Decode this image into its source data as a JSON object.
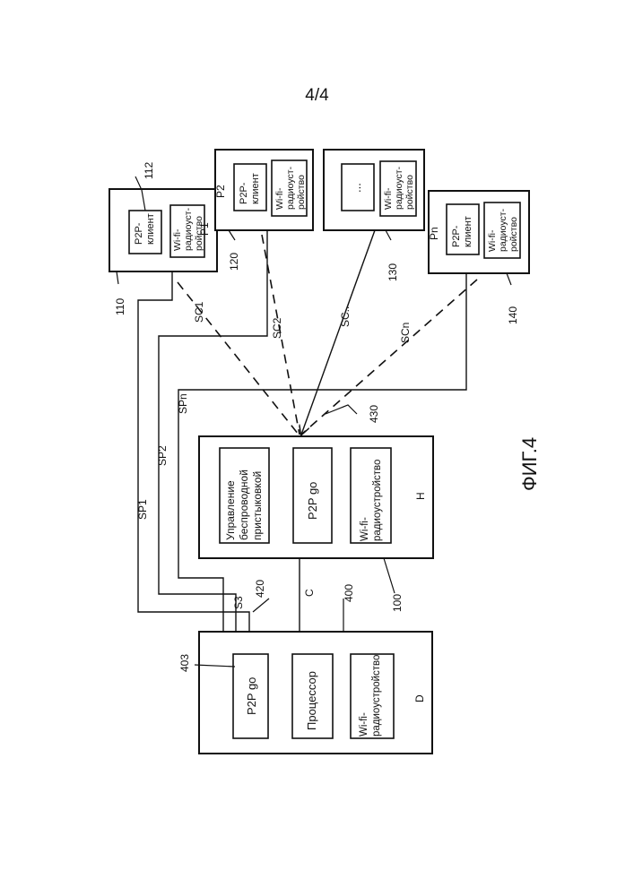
{
  "page_number": "4/4",
  "figure_caption": "ФИГ.4",
  "devices": {
    "p1": {
      "label": "P1",
      "ref": "110",
      "inner_ref": "112",
      "client": [
        "P2P-",
        "клиент"
      ],
      "radio": [
        "Wi-fi-",
        "радиоуст-",
        "ройство"
      ]
    },
    "p2": {
      "label": "P2",
      "ref": "120",
      "client": [
        "P2P-",
        "клиент"
      ],
      "radio": [
        "Wi-fi-",
        "радиоуст-",
        "ройство"
      ]
    },
    "p3": {
      "label": "...",
      "ref": "130",
      "radio": [
        "Wi-fi-",
        "радиоуст-",
        "ройство"
      ]
    },
    "pn": {
      "label": "Pn",
      "ref": "140",
      "client": [
        "P2P-",
        "клиент"
      ],
      "radio": [
        "Wi-fi-",
        "радиоуст-",
        "ройство"
      ]
    }
  },
  "host": {
    "label": "H",
    "ref": "100",
    "dock_mgmt": [
      "Управление",
      "беспроводной",
      "пристыковкой"
    ],
    "p2p_go": "P2P go",
    "radio": [
      "Wi-fi-",
      "радиоустройство"
    ]
  },
  "dock": {
    "label": "D",
    "ref": "400",
    "inner_ref": "403",
    "p2p_go": "P2P go",
    "processor": "Процессор",
    "radio": [
      "Wi-fi-",
      "радиоустройство"
    ]
  },
  "connections": {
    "sp1": "SP1",
    "sp2": "SP2",
    "spn": "SPn",
    "s3": "S3",
    "c": "C",
    "sc1": "SC1",
    "sc2": "SC2",
    "sc_dots": "SC...",
    "scn": "SCn",
    "ref_420": "420",
    "ref_430": "430"
  }
}
